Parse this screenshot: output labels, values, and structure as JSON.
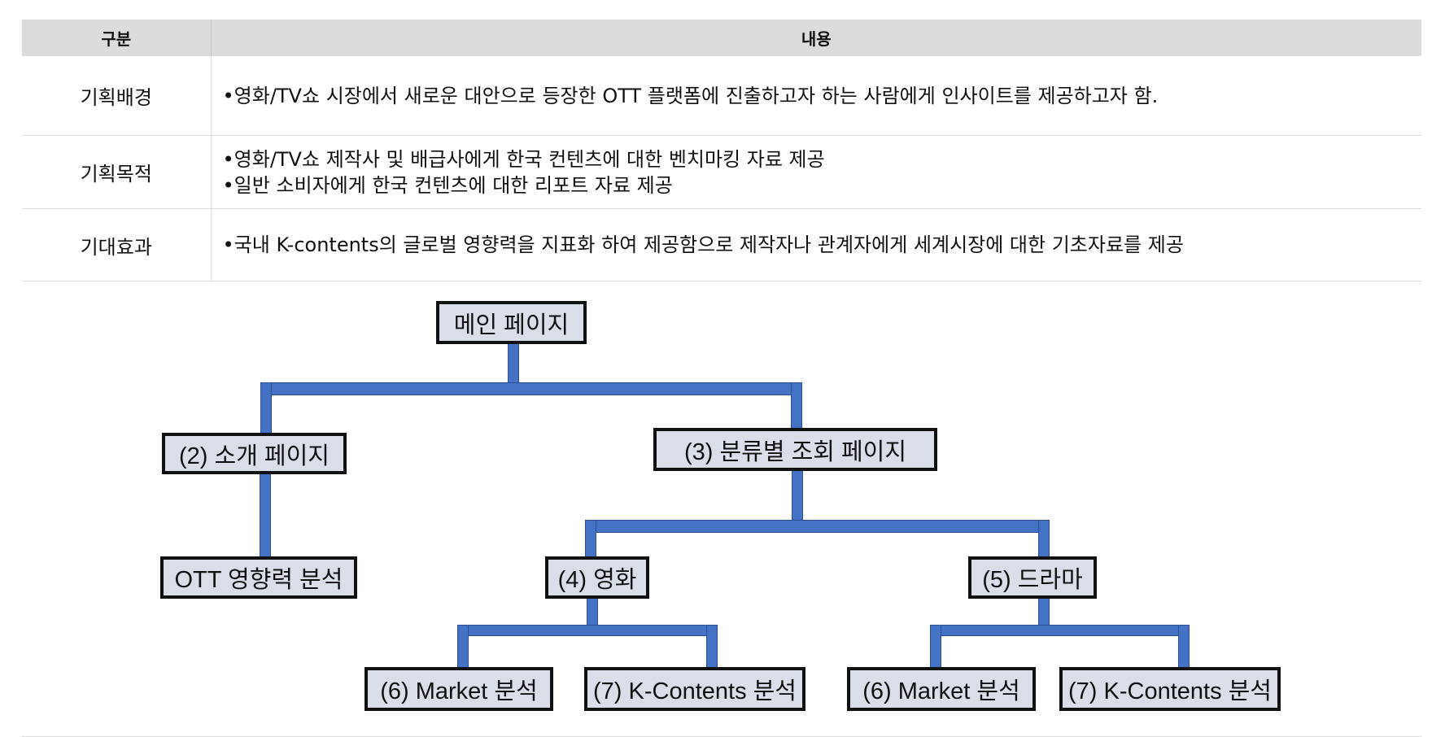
{
  "table": {
    "headers": [
      "구분",
      "내용"
    ],
    "rows": [
      {
        "category": "기획배경",
        "lines": [
          "•영화/TV쇼 시장에서 새로운 대안으로 등장한 OTT 플랫폼에 진출하고자 하는 사람에게 인사이트를 제공하고자 함."
        ]
      },
      {
        "category": "기획목적",
        "lines": [
          "•영화/TV쇼 제작사 및 배급사에게 한국 컨텐츠에 대한 벤치마킹 자료 제공",
          "•일반 소비자에게 한국 컨텐츠에 대한 리포트 자료 제공"
        ]
      },
      {
        "category": "기대효과",
        "lines": [
          "•국내 K-contents의 글로벌 영향력을 지표화 하여 제공함으로 제작자나 관계자에게 세계시장에 대한 기초자료를 제공"
        ]
      }
    ]
  },
  "diagram": {
    "colors": {
      "box_fill": "#d9dee9",
      "box_border": "#111111",
      "connector": "#4472c4"
    },
    "nodes": {
      "main": "메인 페이지",
      "intro": "(2) 소개 페이지",
      "category": "(3) 분류별 조회 페이지",
      "ott": "OTT 영향력 분석",
      "movie": "(4) 영화",
      "drama": "(5) 드라마",
      "movie_market": "(6) Market 분석",
      "movie_kcontents": "(7) K-Contents 분석",
      "drama_market": "(6) Market 분석",
      "drama_kcontents": "(7) K-Contents 분석"
    }
  }
}
